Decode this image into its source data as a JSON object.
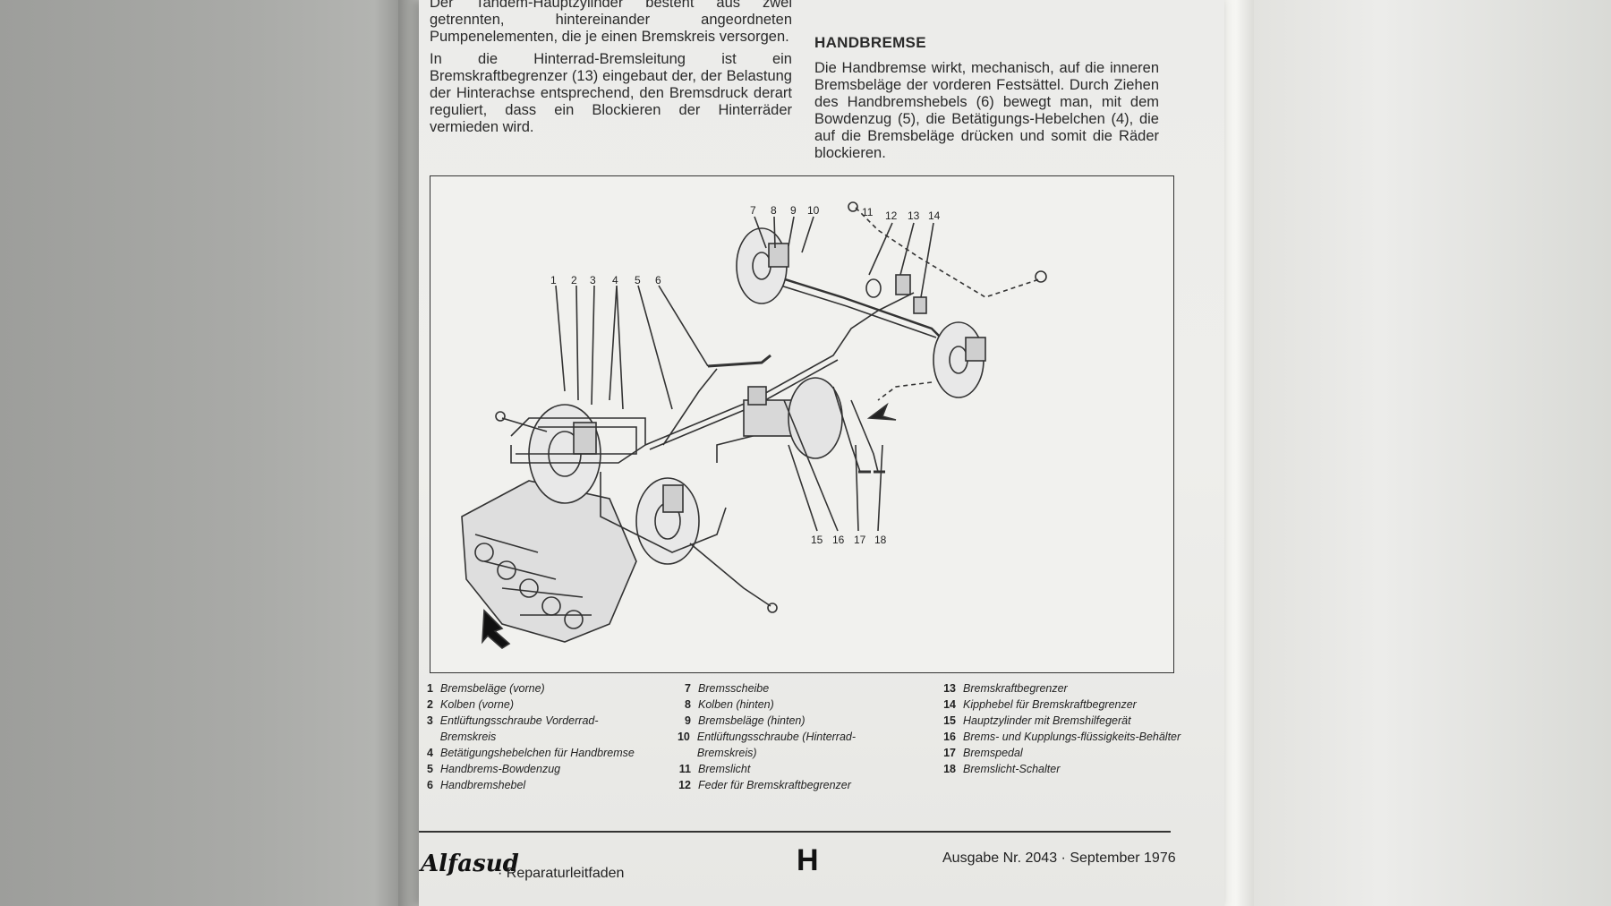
{
  "intro": {
    "paragraph_1": "Der Tandem-Hauptzylinder besteht aus zwei getrennten, hintereinander angeordneten Pumpenelementen, die je einen Bremskreis versorgen.",
    "paragraph_2": "In die Hinterrad-Bremsleitung ist ein Bremskraftbegrenzer (13) eingebaut der, der Belastung der Hinterachse entsprechend, den Bremsdruck derart reguliert, dass ein Blockieren der Hinterräder vermieden wird."
  },
  "handbremse": {
    "heading": "HANDBREMSE",
    "body": "Die Handbremse wirkt, mechanisch, auf die inneren Bremsbeläge der vorderen Festsättel. Durch Ziehen des Handbremshebels (6) bewegt man, mit dem Bowdenzug (5), die Betätigungs-Hebelchen (4), die auf die Bremsbeläge drücken und somit die Räder blockieren."
  },
  "diagram": {
    "callouts_front": [
      "1",
      "2",
      "3",
      "4",
      "5",
      "6"
    ],
    "callouts_rear": [
      "7",
      "8",
      "9",
      "10",
      "11",
      "12",
      "13",
      "14"
    ],
    "callouts_bottom": [
      "15",
      "16",
      "17",
      "18"
    ]
  },
  "legend": {
    "col1": [
      {
        "n": "1",
        "t": "Bremsbeläge (vorne)"
      },
      {
        "n": "2",
        "t": "Kolben (vorne)"
      },
      {
        "n": "3",
        "t": "Entlüftungsschraube Vorderrad-Bremskreis"
      },
      {
        "n": "4",
        "t": "Betätigungshebelchen für Handbremse"
      },
      {
        "n": "5",
        "t": "Handbrems-Bowdenzug"
      },
      {
        "n": "6",
        "t": "Handbremshebel"
      }
    ],
    "col2": [
      {
        "n": "7",
        "t": "Bremsscheibe"
      },
      {
        "n": "8",
        "t": "Kolben (hinten)"
      },
      {
        "n": "9",
        "t": "Bremsbeläge (hinten)"
      },
      {
        "n": "10",
        "t": "Entlüftungsschraube (Hinterrad-Bremskreis)"
      },
      {
        "n": "11",
        "t": "Bremslicht"
      },
      {
        "n": "12",
        "t": "Feder für Bremskraftbegrenzer"
      }
    ],
    "col3": [
      {
        "n": "13",
        "t": "Bremskraftbegrenzer"
      },
      {
        "n": "14",
        "t": "Kipphebel für Bremskraftbegrenzer"
      },
      {
        "n": "15",
        "t": "Hauptzylinder mit Bremshilfegerät"
      },
      {
        "n": "16",
        "t": "Brems- und Kupplungs-flüssigkeits-Behälter"
      },
      {
        "n": "17",
        "t": "Bremspedal"
      },
      {
        "n": "18",
        "t": "Bremslicht-Schalter"
      }
    ]
  },
  "footer": {
    "logo": "Alfasud",
    "title": "· Reparaturleitfaden",
    "section": "H",
    "edition": "Ausgabe Nr. 2043 · September 1976"
  }
}
